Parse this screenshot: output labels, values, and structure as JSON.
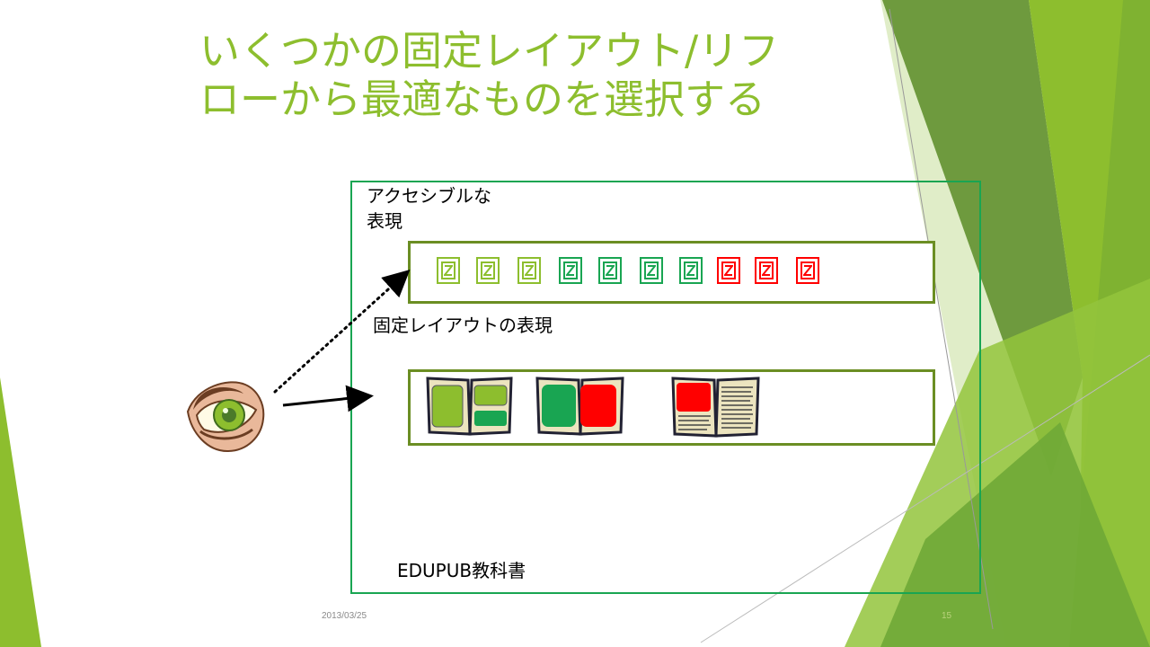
{
  "slide": {
    "title_line1": "いくつかの固定レイアウト/リフ",
    "title_line2": "ローから最適なものを選択する",
    "accessible_label_line1": "アクセシブルな",
    "accessible_label_line2": "表現",
    "fixed_layout_label": "固定レイアウトの表現",
    "edupub_label": "EDUPUB教科書",
    "footer_date": "2013/03/25",
    "slide_number": "15"
  },
  "accessible_items": [
    {
      "glyph": "Z",
      "color": "#8dbe2e"
    },
    {
      "glyph": "Z",
      "color": "#8dbe2e"
    },
    {
      "glyph": "Z",
      "color": "#8dbe2e"
    },
    {
      "glyph": "Z",
      "color": "#19a552"
    },
    {
      "glyph": "Z",
      "color": "#19a552"
    },
    {
      "glyph": "Z",
      "color": "#19a552"
    },
    {
      "glyph": "Z",
      "color": "#19a552"
    },
    {
      "glyph": "Z",
      "color": "#ff0000"
    },
    {
      "glyph": "Z",
      "color": "#ff0000"
    },
    {
      "glyph": "Z",
      "color": "#ff0000"
    }
  ],
  "icons": {
    "eye": "eye-icon",
    "book": "open-book-icon",
    "arrow": "arrow-icon"
  },
  "colors": {
    "title": "#8dbe2e",
    "frame": "#19a552",
    "row_border": "#6b8e23",
    "accent_light_green": "#8dbe2e",
    "accent_green": "#19a552",
    "accent_red": "#ff0000"
  }
}
